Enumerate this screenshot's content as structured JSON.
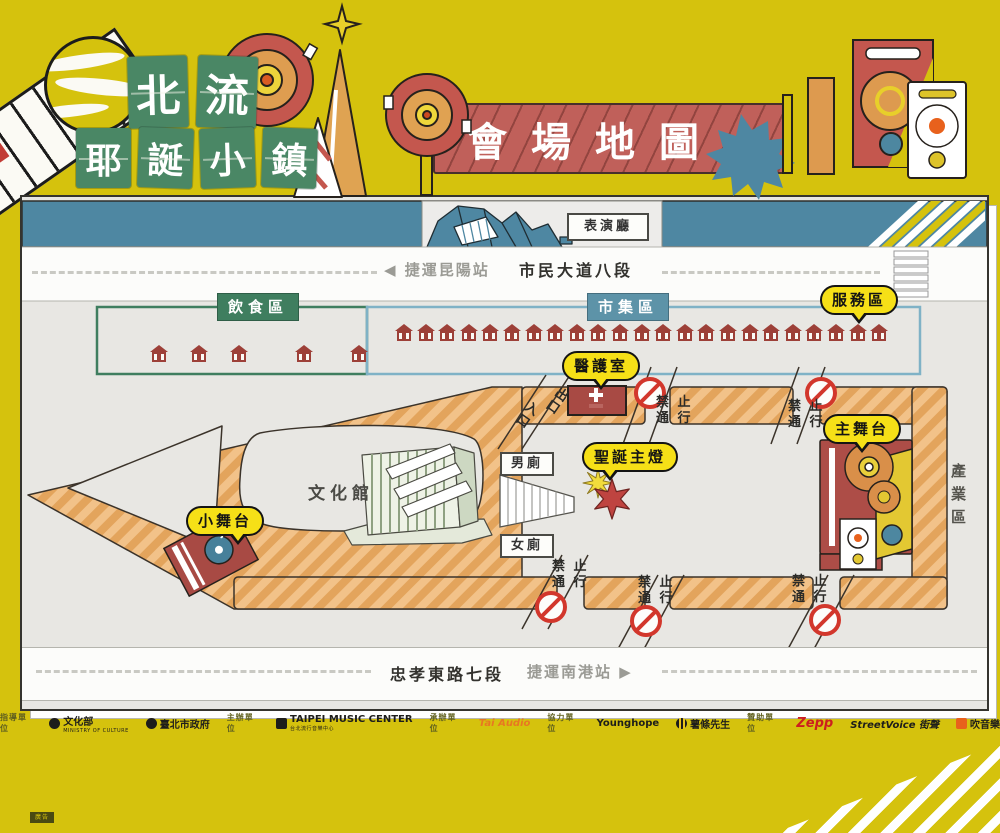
{
  "colors": {
    "bg": "#d5c20d",
    "teal": "#4e87a2",
    "banner_red": "#c0605a",
    "zone_green": "#3f7e5f",
    "zone_blue": "#5d93a8",
    "road_light": "#f2c289",
    "road_dark": "#e3a45c",
    "map_bg": "#e8e7e3",
    "bubble_yellow": "#f6e017",
    "stall_red": "#9d4038",
    "stage_red": "#ad4d47",
    "no_entry_red": "#d2372c"
  },
  "logo": {
    "row1": [
      "北",
      "流"
    ],
    "row2": [
      "耶",
      "誕",
      "小",
      "鎮"
    ]
  },
  "title": "會場地圖",
  "map": {
    "performance_hall": "表演廳",
    "road_top": {
      "station_arrow": "◀",
      "station": "捷運昆陽站",
      "name": "市民大道八段"
    },
    "zones": {
      "food": "飲食區",
      "market": "市集區",
      "service": "服務區"
    },
    "food_stalls": 5,
    "market_stalls": 23,
    "medical": "醫護室",
    "exit": "出口",
    "entrance": "入口",
    "no_entry_line1": "禁 止",
    "no_entry_line2": "通 行",
    "toilet_men": "男廁",
    "toilet_women": "女廁",
    "culture_hall": "文化館",
    "main_light": "聖誕主燈",
    "main_stage": "主舞台",
    "small_stage": "小舞台",
    "industry_zone": "產業區",
    "road_bottom": {
      "name": "忠孝東路七段",
      "station": "捷運南港站",
      "station_arrow": "▶"
    }
  },
  "icons": {
    "music_note": "♪"
  },
  "sponsors": [
    {
      "id": "lbl-guide",
      "type": "label",
      "text": "指導單位"
    },
    {
      "id": "moc",
      "type": "logo",
      "icon": "circle",
      "text": "文化部",
      "sub": "MINISTRY OF CULTURE"
    },
    {
      "id": "taipei",
      "type": "logo",
      "icon": "circle",
      "text": "臺北市政府"
    },
    {
      "id": "lbl-host",
      "type": "label",
      "text": "主辦單位"
    },
    {
      "id": "tmc",
      "type": "logo",
      "icon": "square",
      "text": "TAIPEI MUSIC CENTER",
      "sub": "台北流行音樂中心"
    },
    {
      "id": "lbl-exec",
      "type": "label",
      "text": "承辦單位"
    },
    {
      "id": "tai",
      "type": "logo",
      "text": "Tai Audio"
    },
    {
      "id": "lbl-coop",
      "type": "label",
      "text": "協力單位"
    },
    {
      "id": "younghope",
      "type": "logo",
      "text": "Younghope"
    },
    {
      "id": "fries",
      "type": "logo",
      "icon": "fries",
      "text": "薯條先生"
    },
    {
      "id": "lbl-sponsor",
      "type": "label",
      "text": "贊助單位"
    },
    {
      "id": "zepp",
      "type": "logo",
      "text": "Zepp"
    },
    {
      "id": "sv",
      "type": "logo",
      "text": "StreetVoice 街聲"
    },
    {
      "id": "blow",
      "type": "logo",
      "icon": "blow",
      "text": "吹音樂"
    }
  ],
  "ad_badge": "廣告"
}
